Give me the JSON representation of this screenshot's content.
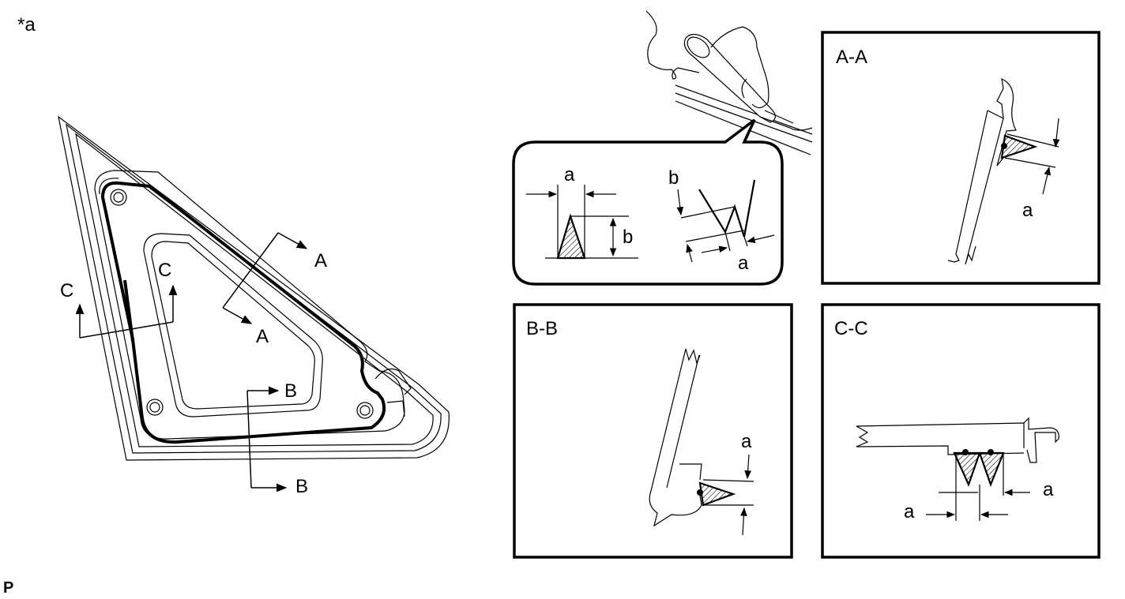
{
  "corner_label": "*a",
  "footer_label": "P",
  "main_view": {
    "section_markers": {
      "a_top": "A",
      "a_bottom": "A",
      "b_top": "B",
      "b_bottom": "B",
      "c_left": "C",
      "c_right": "C"
    }
  },
  "detail_callout": {
    "dim_a_left": "a",
    "dim_b_left": "b",
    "dim_b_right": "b",
    "dim_a_right": "a"
  },
  "panels": {
    "aa": {
      "title": "A-A",
      "dim": "a"
    },
    "bb": {
      "title": "B-B",
      "dim": "a"
    },
    "cc": {
      "title": "C-C",
      "dim_right": "a",
      "dim_left": "a"
    }
  },
  "colors": {
    "line": "#000000",
    "background": "#ffffff"
  }
}
